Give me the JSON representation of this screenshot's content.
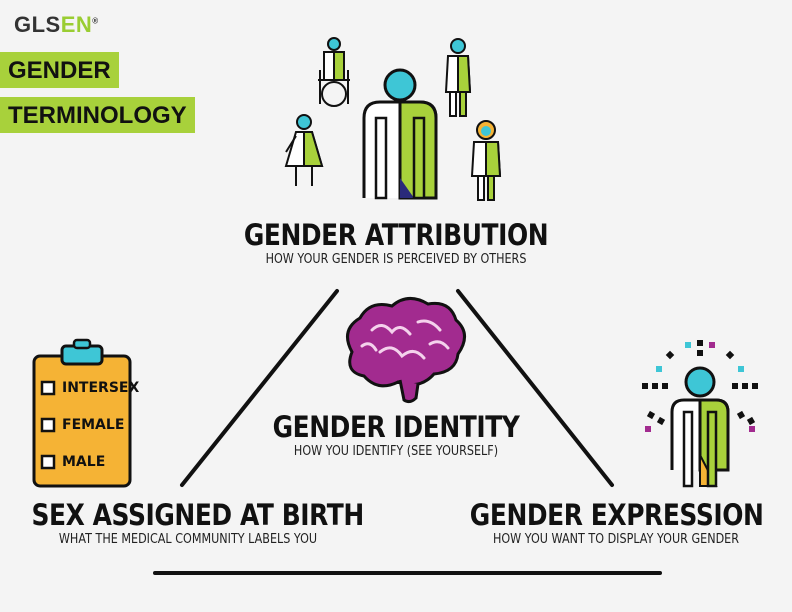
{
  "logo": {
    "text_main": "GLS",
    "text_accent": "EN",
    "mark": "®"
  },
  "title": {
    "line1": "GENDER",
    "line2": "TERMINOLOGY"
  },
  "nodes": {
    "attribution": {
      "heading": "GENDER ATTRIBUTION",
      "sub": "HOW YOUR GENDER IS PERCEIVED BY OTHERS"
    },
    "identity": {
      "heading": "GENDER IDENTITY",
      "sub": "HOW YOU IDENTIFY (SEE YOURSELF)"
    },
    "sex": {
      "heading": "SEX ASSIGNED AT BIRTH",
      "sub": "WHAT THE MEDICAL COMMUNITY LABELS YOU"
    },
    "expression": {
      "heading": "GENDER EXPRESSION",
      "sub": "HOW YOU WANT TO DISPLAY YOUR GENDER"
    }
  },
  "clipboard": {
    "items": [
      "INTERSEX",
      "FEMALE",
      "MALE"
    ]
  },
  "colors": {
    "green": "#a8d13b",
    "teal": "#3ec6d6",
    "purple": "#a22b8f",
    "navy": "#2a2a7a",
    "orange": "#f5b335"
  },
  "icons": [
    "people-group-icon",
    "brain-icon",
    "clipboard-icon",
    "radiant-person-icon"
  ]
}
